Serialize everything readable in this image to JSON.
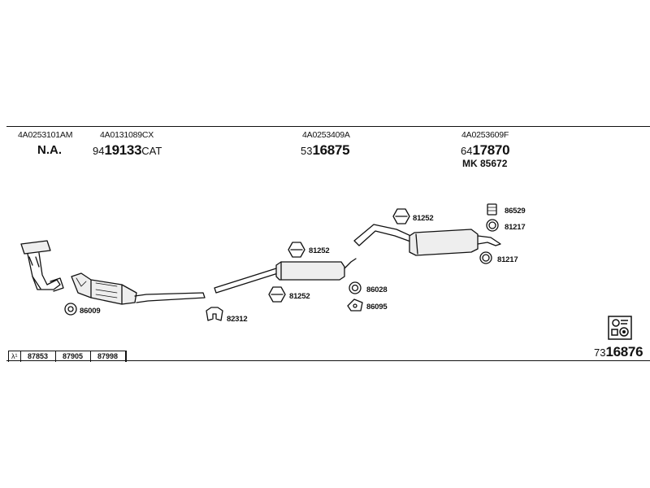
{
  "header": {
    "columns": [
      {
        "oem": "4A0253101AM",
        "status": "N.A."
      },
      {
        "oem": "4A0131089CX",
        "prefix": "94",
        "number": "19133",
        "suffix": "CAT"
      },
      {
        "oem": "4A0253409A",
        "prefix": "53",
        "number": "16875"
      },
      {
        "oem": "4A0253609F",
        "prefix": "64",
        "number": "17870",
        "extra": "MK  85672"
      }
    ]
  },
  "callouts": {
    "c86009": "86009",
    "c82312": "82312",
    "c81252_a": "81252",
    "c81252_b": "81252",
    "c81252_c": "81252",
    "c86028": "86028",
    "c86095": "86095",
    "c86529": "86529",
    "c81217_a": "81217",
    "c81217_b": "81217"
  },
  "footer": {
    "symbol": "λ¹",
    "cells": [
      "87853",
      "87905",
      "87998"
    ],
    "kit_prefix": "73",
    "kit_number": "16876"
  },
  "colors": {
    "ink": "#111111",
    "paper": "#ffffff"
  }
}
